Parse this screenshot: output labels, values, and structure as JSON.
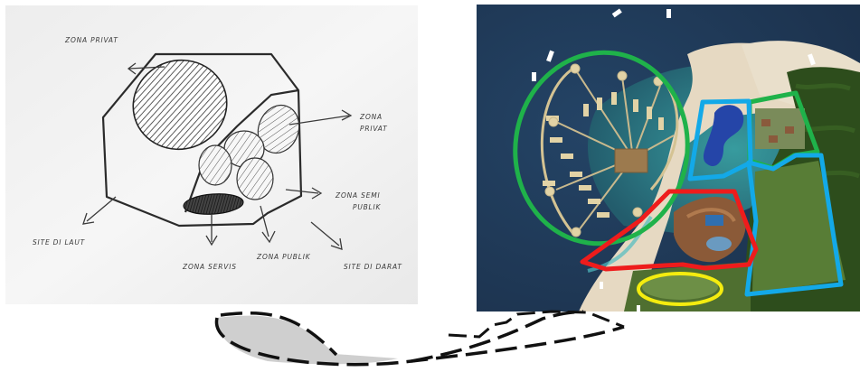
{
  "sketch": {
    "labels": {
      "zona_privat_top": "ZONA PRIVAT",
      "zona_privat_right_1": "ZONA",
      "zona_privat_right_2": "PRIVAT",
      "zona_semi_publik_1": "ZONA SEMI",
      "zona_semi_publik_2": "PUBLIK",
      "site_di_laut": "SITE DI LAUT",
      "zona_servis": "ZONA SERVIS",
      "zona_publik": "ZONA PUBLIK",
      "site_di_darat": "SITE DI DARAT"
    }
  },
  "plan": {
    "zone_colors": {
      "private_villas": "#1fb24a",
      "private_cottages": "#1fb24a",
      "semi_public": "#13a9e8",
      "public": "#ee1c1c",
      "service": "#f4ec0f"
    },
    "palette": {
      "sea_deep": "#1d3350",
      "sea_shallow": "#2a8a8f",
      "sand": "#e8dcc5",
      "forest": "#2f4f1e",
      "lawn": "#5b7f3a"
    }
  },
  "connector": {
    "style": "dashed",
    "color": "#111111",
    "fill": "#cfcfcf"
  }
}
